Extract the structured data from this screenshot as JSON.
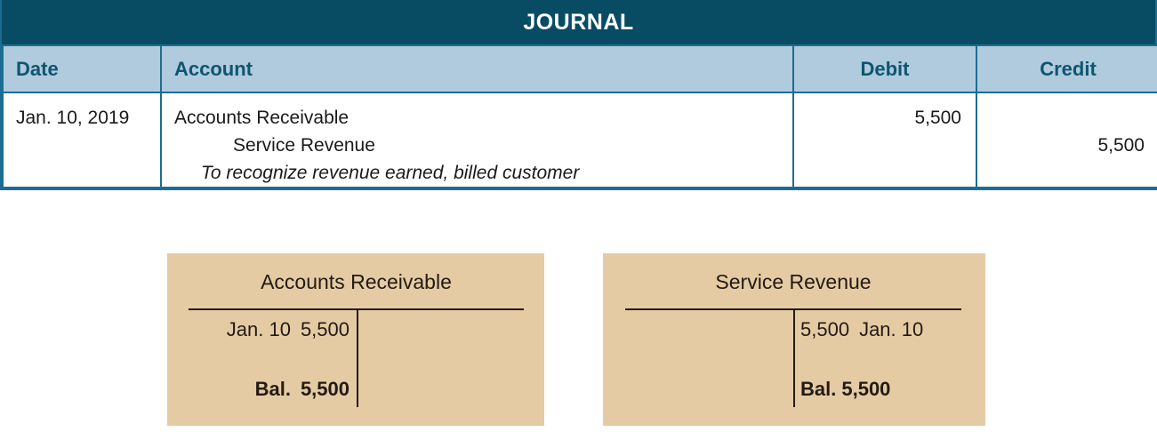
{
  "journal": {
    "title": "JOURNAL",
    "columns": {
      "date": "Date",
      "account": "Account",
      "debit": "Debit",
      "credit": "Credit"
    },
    "entries": [
      {
        "date": "Jan. 10, 2019",
        "lines": [
          {
            "account": "Accounts Receivable",
            "debit": "5,500",
            "credit": ""
          },
          {
            "account": "Service Revenue",
            "debit": "",
            "credit": "5,500"
          }
        ],
        "memo": "To recognize revenue earned, billed customer"
      }
    ]
  },
  "t_accounts": [
    {
      "id": "accounts-receivable",
      "title": "Accounts Receivable",
      "debit_rows": [
        {
          "label": "Jan. 10",
          "amount": "5,500"
        },
        {
          "label": "Bal.",
          "amount": "5,500"
        }
      ],
      "credit_rows": []
    },
    {
      "id": "service-revenue",
      "title": "Service Revenue",
      "debit_rows": [],
      "credit_rows": [
        {
          "amount": "5,500",
          "label": "Jan. 10"
        },
        {
          "label": "Bal.",
          "amount": "5,500"
        }
      ]
    }
  ],
  "colors": {
    "title_bar": "#084c64",
    "header_row": "#b0cbdd",
    "header_text": "#0e5570",
    "border": "#1b6e92",
    "t_account_bg": "#e5cba4",
    "t_account_ink": "#231a12"
  }
}
